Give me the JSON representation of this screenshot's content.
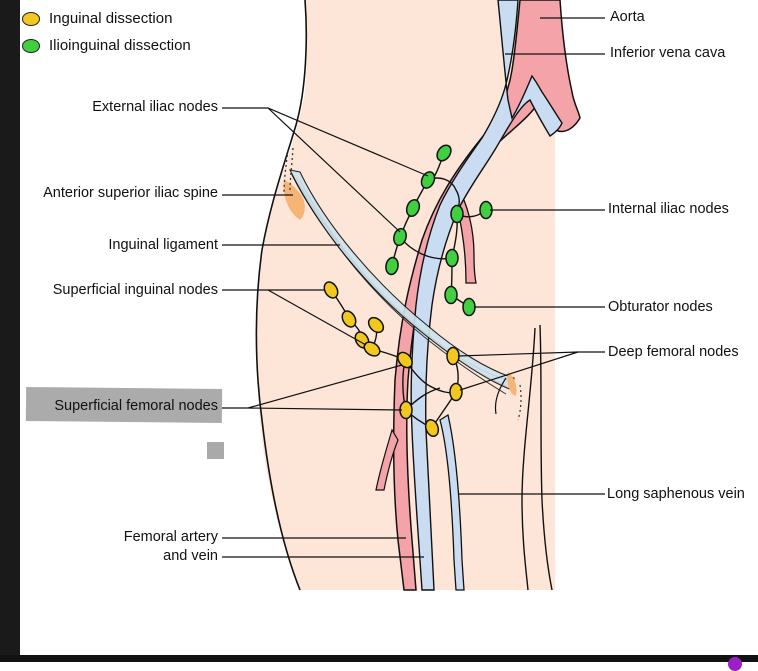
{
  "legend": [
    {
      "label": "Inguinal dissection",
      "color": "#f2c81e"
    },
    {
      "label": "Ilioinguinal dissection",
      "color": "#3fcf3f"
    }
  ],
  "labels": {
    "aorta": "Aorta",
    "ivc": "Inferior vena cava",
    "external_iliac": "External iliac nodes",
    "asis": "Anterior superior iliac spine",
    "internal_iliac": "Internal iliac nodes",
    "inguinal_ligament": "Inguinal ligament",
    "superficial_inguinal": "Superficial inguinal nodes",
    "obturator": "Obturator nodes",
    "deep_femoral": "Deep femoral nodes",
    "superficial_femoral": "Superficial femoral nodes",
    "long_saphenous": "Long saphenous vein",
    "femoral_line1": "Femoral artery",
    "femoral_line2": "and vein"
  },
  "colors": {
    "skin": "#fde6d8",
    "artery": "#f4a3a8",
    "vein": "#c9dcf2",
    "yellow_node": "#f2c81e",
    "green_node": "#3fcf3f"
  }
}
